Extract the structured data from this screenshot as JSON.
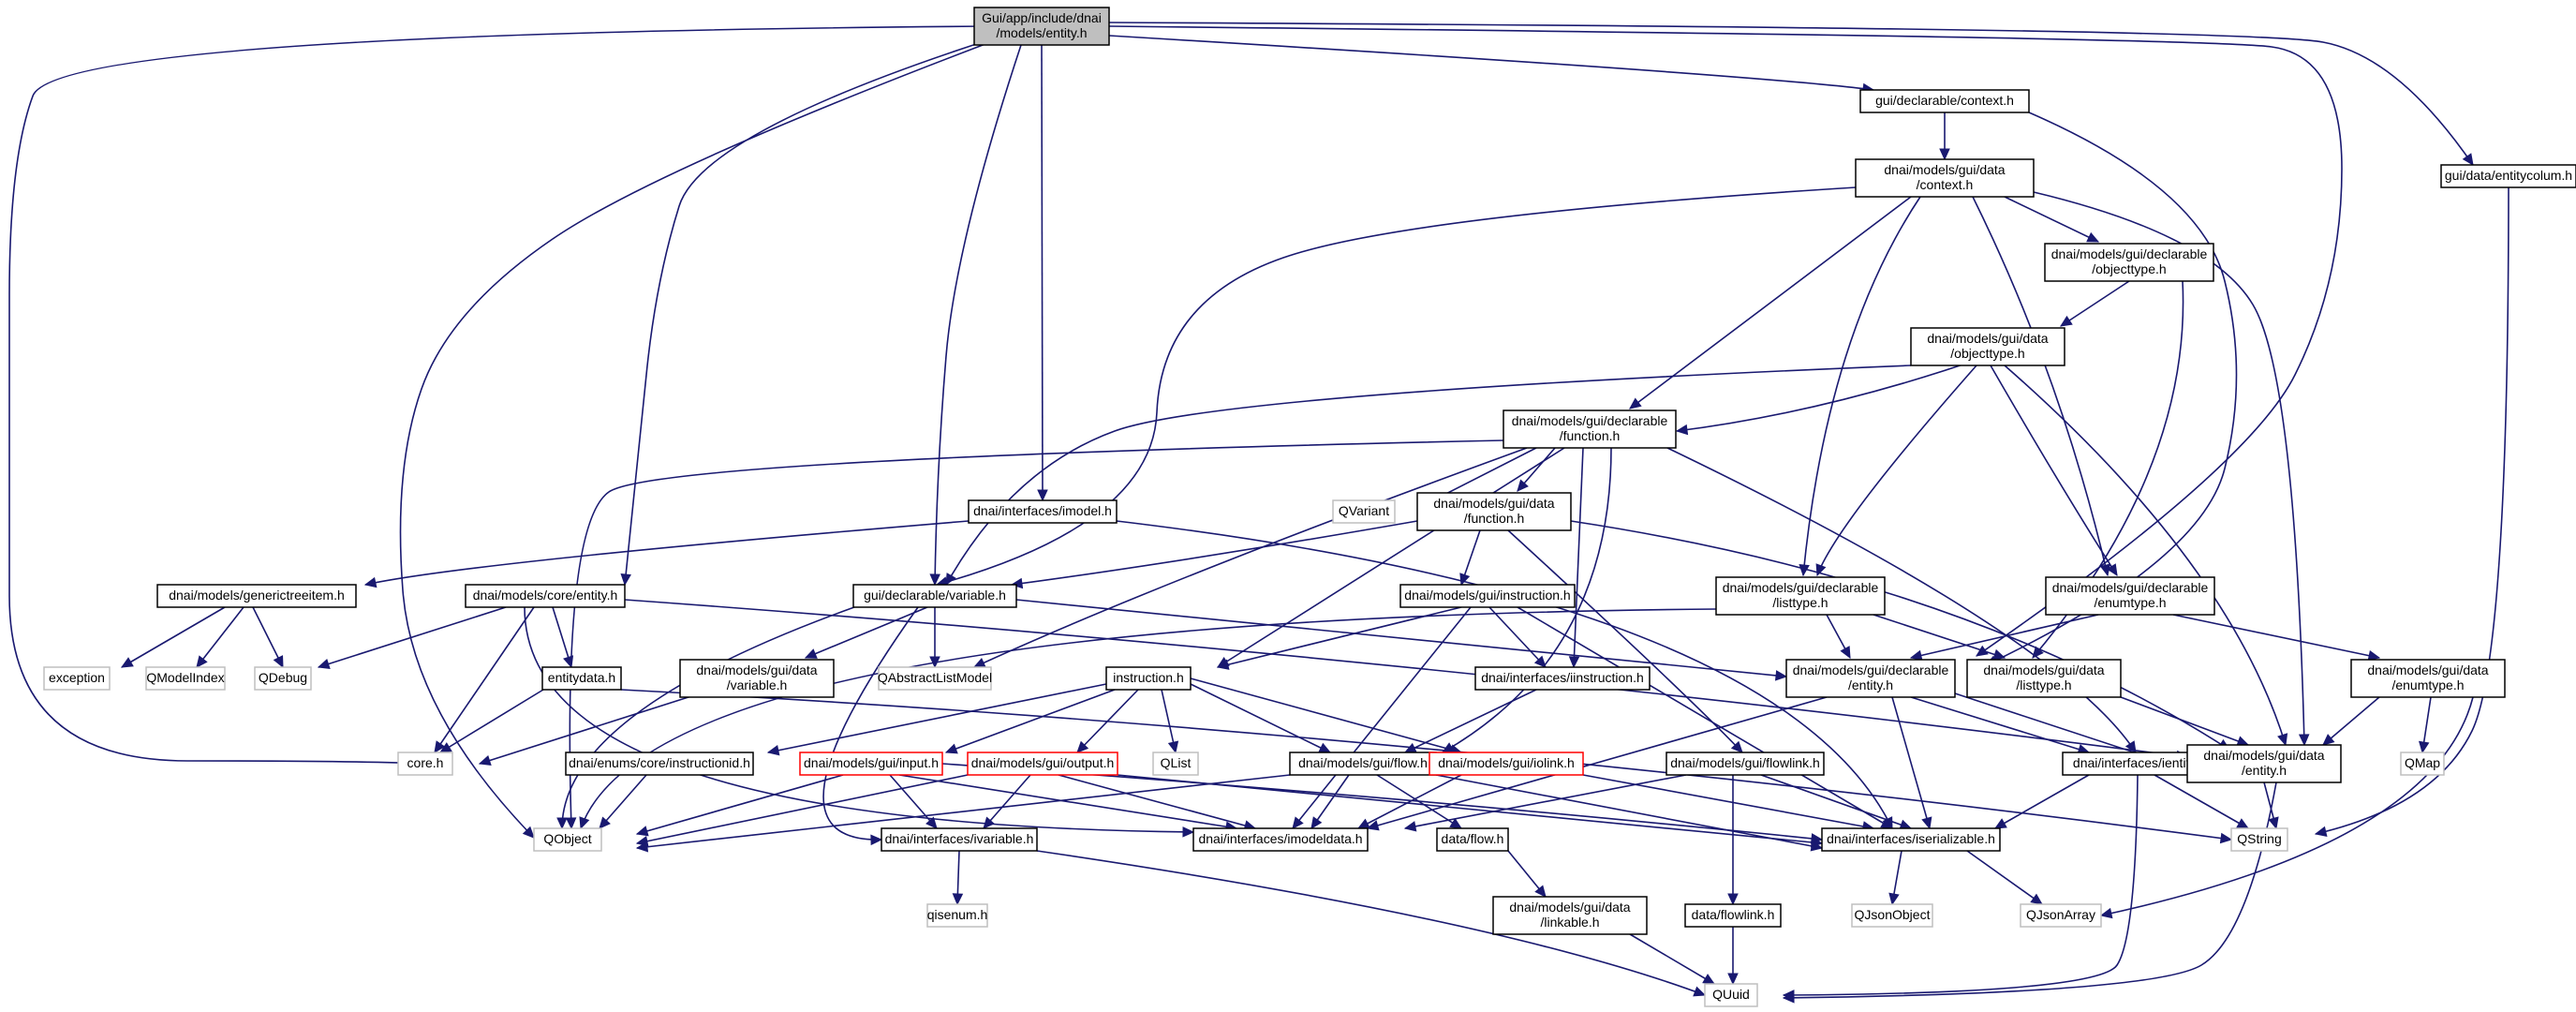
{
  "colors": {
    "edge": "#191970",
    "node_border": "#000000",
    "root_fill": "#bfbfbf",
    "missing_border": "#bfbfbf",
    "red_border": "#ff0000",
    "background": "#ffffff"
  },
  "nodes": [
    {
      "id": "root",
      "lines": [
        "Gui/app/include/dnai",
        "/models/entity.h"
      ],
      "style": "root"
    },
    {
      "id": "context",
      "lines": [
        "gui/declarable/context.h"
      ],
      "style": "normal"
    },
    {
      "id": "entitycolum",
      "lines": [
        "gui/data/entitycolum.h"
      ],
      "style": "normal"
    },
    {
      "id": "datacontext",
      "lines": [
        "dnai/models/gui/data",
        "/context.h"
      ],
      "style": "normal"
    },
    {
      "id": "declobjecttype",
      "lines": [
        "dnai/models/gui/declarable",
        "/objecttype.h"
      ],
      "style": "normal"
    },
    {
      "id": "dataobjecttype",
      "lines": [
        "dnai/models/gui/data",
        "/objecttype.h"
      ],
      "style": "normal"
    },
    {
      "id": "declfunction",
      "lines": [
        "dnai/models/gui/declarable",
        "/function.h"
      ],
      "style": "normal"
    },
    {
      "id": "qvariant",
      "lines": [
        "QVariant"
      ],
      "style": "missing"
    },
    {
      "id": "datafunction",
      "lines": [
        "dnai/models/gui/data",
        "/function.h"
      ],
      "style": "normal"
    },
    {
      "id": "imodel",
      "lines": [
        "dnai/interfaces/imodel.h"
      ],
      "style": "normal"
    },
    {
      "id": "generictreeitem",
      "lines": [
        "dnai/models/generictreeitem.h"
      ],
      "style": "normal"
    },
    {
      "id": "coreentity",
      "lines": [
        "dnai/models/core/entity.h"
      ],
      "style": "normal"
    },
    {
      "id": "variable",
      "lines": [
        "gui/declarable/variable.h"
      ],
      "style": "normal"
    },
    {
      "id": "guiinstruction",
      "lines": [
        "dnai/models/gui/instruction.h"
      ],
      "style": "normal"
    },
    {
      "id": "decllisttype",
      "lines": [
        "dnai/models/gui/declarable",
        "/listtype.h"
      ],
      "style": "normal"
    },
    {
      "id": "declenumtype",
      "lines": [
        "dnai/models/gui/declarable",
        "/enumtype.h"
      ],
      "style": "normal"
    },
    {
      "id": "exception",
      "lines": [
        "exception"
      ],
      "style": "missing"
    },
    {
      "id": "qmodelindex",
      "lines": [
        "QModelIndex"
      ],
      "style": "missing"
    },
    {
      "id": "qdebug",
      "lines": [
        "QDebug"
      ],
      "style": "missing"
    },
    {
      "id": "entitydata",
      "lines": [
        "entitydata.h"
      ],
      "style": "normal"
    },
    {
      "id": "datavariable",
      "lines": [
        "dnai/models/gui/data",
        "/variable.h"
      ],
      "style": "normal"
    },
    {
      "id": "qabstractlistmodel",
      "lines": [
        "QAbstractListModel"
      ],
      "style": "missing"
    },
    {
      "id": "iinstruction",
      "lines": [
        "dnai/interfaces/iinstruction.h"
      ],
      "style": "normal"
    },
    {
      "id": "declentity",
      "lines": [
        "dnai/models/gui/declarable",
        "/entity.h"
      ],
      "style": "normal"
    },
    {
      "id": "datalisttype",
      "lines": [
        "dnai/models/gui/data",
        "/listtype.h"
      ],
      "style": "normal"
    },
    {
      "id": "dataenumtype",
      "lines": [
        "dnai/models/gui/data",
        "/enumtype.h"
      ],
      "style": "normal"
    },
    {
      "id": "instruction",
      "lines": [
        "instruction.h"
      ],
      "style": "normal"
    },
    {
      "id": "coreh",
      "lines": [
        "core.h"
      ],
      "style": "missing"
    },
    {
      "id": "instructionid",
      "lines": [
        "dnai/enums/core/instructionid.h"
      ],
      "style": "normal"
    },
    {
      "id": "input",
      "lines": [
        "dnai/models/gui/input.h"
      ],
      "style": "red"
    },
    {
      "id": "output",
      "lines": [
        "dnai/models/gui/output.h"
      ],
      "style": "red"
    },
    {
      "id": "qlist",
      "lines": [
        "QList"
      ],
      "style": "missing"
    },
    {
      "id": "flow",
      "lines": [
        "dnai/models/gui/flow.h"
      ],
      "style": "normal"
    },
    {
      "id": "iolink",
      "lines": [
        "dnai/models/gui/iolink.h"
      ],
      "style": "red"
    },
    {
      "id": "flowlink",
      "lines": [
        "dnai/models/gui/flowlink.h"
      ],
      "style": "normal"
    },
    {
      "id": "ientity",
      "lines": [
        "dnai/interfaces/ientity.h"
      ],
      "style": "normal"
    },
    {
      "id": "dataentity",
      "lines": [
        "dnai/models/gui/data",
        "/entity.h"
      ],
      "style": "normal"
    },
    {
      "id": "qmap",
      "lines": [
        "QMap"
      ],
      "style": "missing"
    },
    {
      "id": "qobject",
      "lines": [
        "QObject"
      ],
      "style": "missing"
    },
    {
      "id": "ivariable",
      "lines": [
        "dnai/interfaces/ivariable.h"
      ],
      "style": "normal"
    },
    {
      "id": "imodeldata",
      "lines": [
        "dnai/interfaces/imodeldata.h"
      ],
      "style": "normal"
    },
    {
      "id": "dataflow",
      "lines": [
        "data/flow.h"
      ],
      "style": "normal"
    },
    {
      "id": "iserializable",
      "lines": [
        "dnai/interfaces/iserializable.h"
      ],
      "style": "normal"
    },
    {
      "id": "qstring",
      "lines": [
        "QString"
      ],
      "style": "missing"
    },
    {
      "id": "qjsonobject",
      "lines": [
        "QJsonObject"
      ],
      "style": "missing"
    },
    {
      "id": "qjsonarray",
      "lines": [
        "QJsonArray"
      ],
      "style": "missing"
    },
    {
      "id": "qisenum",
      "lines": [
        "qisenum.h"
      ],
      "style": "missing"
    },
    {
      "id": "linkable",
      "lines": [
        "dnai/models/gui/data",
        "/linkable.h"
      ],
      "style": "normal"
    },
    {
      "id": "dataflowlink",
      "lines": [
        "data/flowlink.h"
      ],
      "style": "normal"
    },
    {
      "id": "quuid",
      "lines": [
        "QUuid"
      ],
      "style": "missing"
    }
  ]
}
